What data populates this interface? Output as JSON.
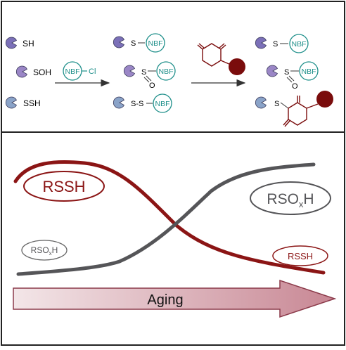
{
  "scheme": {
    "reactants": [
      {
        "group": "SH",
        "color": "#7b70b8"
      },
      {
        "group": "SOH",
        "color": "#9a86c6"
      },
      {
        "group": "SSH",
        "color": "#8aa3c8"
      }
    ],
    "reagent1": {
      "tag": "NBF",
      "leaving": "Cl"
    },
    "intermediates": {
      "s_label": "S",
      "ss_label": "S-S",
      "o_label": "O",
      "tag": "NBF"
    },
    "products": {
      "s_label": "S",
      "o_label": "O",
      "tag": "NBF"
    },
    "colors": {
      "tag_teal": "#1e8f8a",
      "dimedone_red": "#7a0c0c",
      "arrow": "#333333"
    }
  },
  "trend": {
    "label_rssh_left": "RSSH",
    "label_rsox_right_main": "RSO",
    "label_rsox_right_sub": "x",
    "label_rsox_right_end": "H",
    "label_rsox_left_main": "RSO",
    "label_rsox_left_sub": "x",
    "label_rsox_left_end": "H",
    "label_rssh_right": "RSSH",
    "aging_label": "Aging",
    "colors": {
      "rssh": "#8b1515",
      "rsox": "#555558",
      "aging_arrow_start": "#f3e6e8",
      "aging_arrow_end": "#c88794"
    }
  }
}
